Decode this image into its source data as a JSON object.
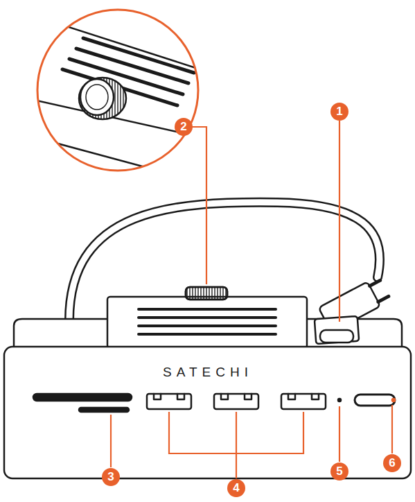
{
  "diagram": {
    "labels": [
      "1",
      "2",
      "SATECHI",
      "3",
      "4",
      "5",
      "6"
    ]
  }
}
